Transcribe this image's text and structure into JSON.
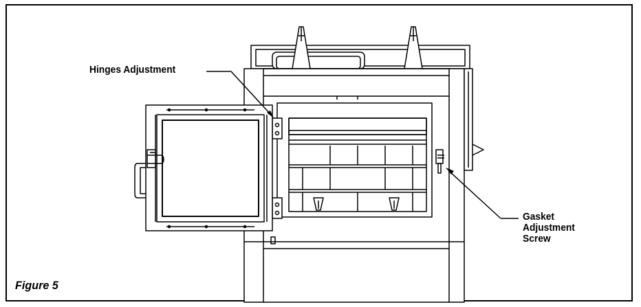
{
  "labels": {
    "hinges": "Hinges Adjustment",
    "gasket": [
      "Gasket",
      "Adjustment",
      "Screw"
    ],
    "figure": "Figure 5"
  }
}
